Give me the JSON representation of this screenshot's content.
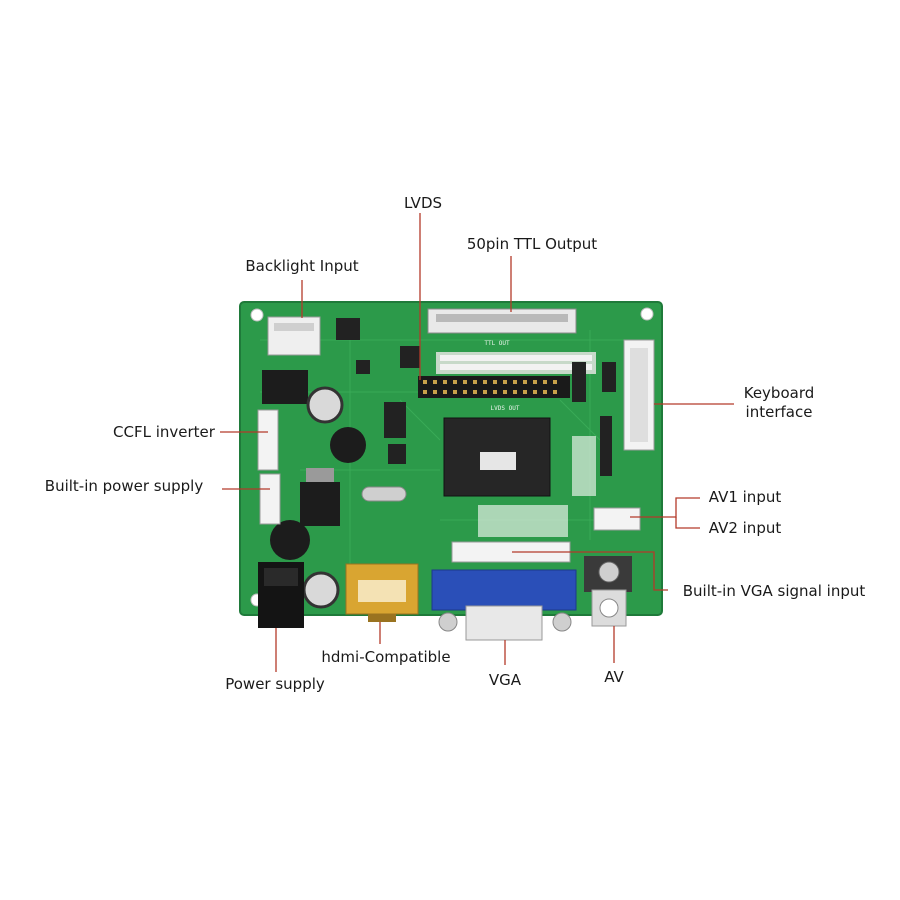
{
  "labels": {
    "lvds": "LVDS",
    "ttl_output": "50pin TTL Output",
    "backlight_input": "Backlight Input",
    "keyboard_interface_line1": "Keyboard",
    "keyboard_interface_line2": "interface",
    "ccfl_inverter": "CCFL inverter",
    "builtin_power_supply": "Built-in power supply",
    "av1_input": "AV1 input",
    "av2_input": "AV2 input",
    "builtin_vga_signal_input": "Built-in VGA signal input",
    "hdmi_compatible": "hdmi-Compatible",
    "vga": "VGA",
    "av": "AV",
    "power_supply": "Power supply"
  },
  "board_silkscreen": {
    "ttl_out": "TTL OUT",
    "lvds_out": "LVDS OUT"
  },
  "colors": {
    "pcb": "#2c9a4a",
    "pcb_dark": "#1f7a3a",
    "leader_line": "#b33a2a",
    "vga_blue": "#2a4fb8",
    "hdmi_gold": "#d9a531"
  }
}
